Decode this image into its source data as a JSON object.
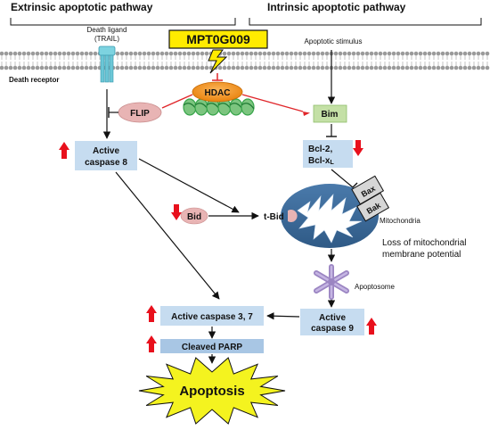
{
  "headers": {
    "extrinsic": "Extrinsic apoptotic pathway",
    "intrinsic": "Intrinsic apoptotic pathway"
  },
  "labels": {
    "death_ligand_line1": "Death ligand",
    "death_ligand_line2": "(TRAIL)",
    "death_receptor": "Death receptor",
    "apoptotic_stimulus": "Apoptotic stimulus",
    "drug": "MPT0G009",
    "hdac": "HDAC",
    "flip": "FLIP",
    "bim": "Bim",
    "active_caspase8_line1": "Active",
    "active_caspase8_line2": "caspase 8",
    "bcl2_line1": "Bcl-2,",
    "bcl2_line2": "Bcl-x",
    "bcl2_sub": "L",
    "bax": "Bax",
    "bak": "Bak",
    "bid": "Bid",
    "tbid": "t-Bid",
    "mitochondria": "Mitochondria",
    "loss_line1": "Loss of mitochondrial",
    "loss_line2": "membrane potential",
    "apoptosome": "Apoptosome",
    "active_caspase37": "Active caspase 3, 7",
    "active_caspase9_line1": "Active",
    "active_caspase9_line2": "caspase 9",
    "cleaved_parp": "Cleaved PARP",
    "apoptosis": "Apoptosis"
  },
  "colors": {
    "box_blue": "#c6dcf0",
    "hdac_orange": "#f7941d",
    "bim_green": "#c4e0a6",
    "pink": "#e8b4b4",
    "mito_blue": "#3d6c9a",
    "up_arrow_red": "#e8101c",
    "inhibit_red": "#e0262a",
    "drug_yellow": "#ffeb00",
    "apoptosis_yellow": "#f4f31f",
    "membrane_gray": "#9a9a9a",
    "dna_green": "#37a44a"
  },
  "indicators": {
    "caspase8": "up",
    "bcl2": "down",
    "bid": "down",
    "caspase37": "up",
    "cleaved_parp": "up",
    "caspase9": "up"
  }
}
